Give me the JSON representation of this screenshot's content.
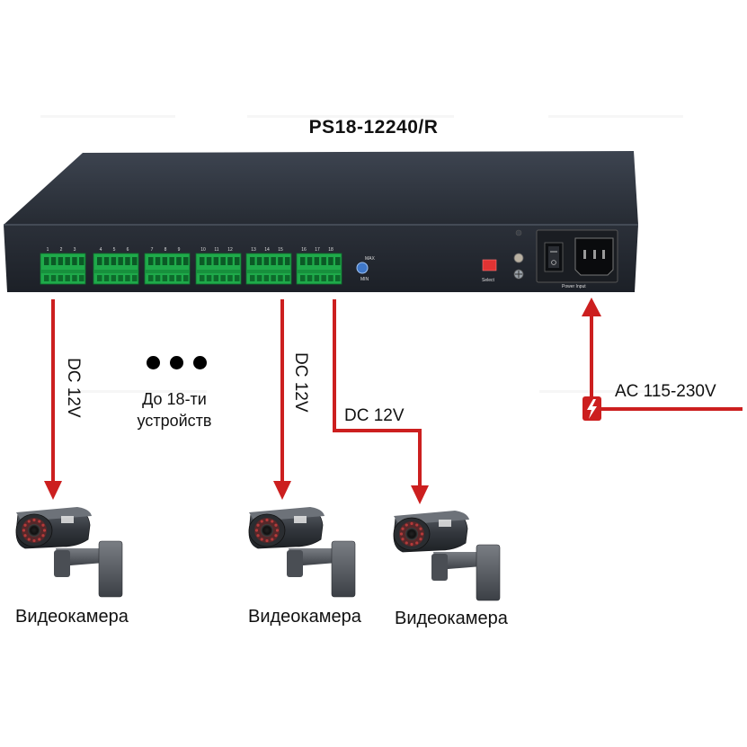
{
  "title": "PS18-12240/R",
  "device": {
    "model": "PS18-12240/R",
    "terminal_numbers": [
      "1",
      "2",
      "3",
      "4",
      "5",
      "6",
      "7",
      "8",
      "9",
      "10",
      "11",
      "12",
      "13",
      "14",
      "15",
      "16",
      "17",
      "18"
    ],
    "knob_max_label": "MAX",
    "knob_min_label": "MIN",
    "select_label": "Select",
    "power_input_label": "Power Input"
  },
  "labels": {
    "dc_left": "DC 12V",
    "dc_middle": "DC 12V",
    "dc_right": "DC 12V",
    "ac_input": "AC 115-230V",
    "count_line1": "До 18-ти",
    "count_line2": "устройств"
  },
  "cameras": [
    {
      "label": "Видеокамера"
    },
    {
      "label": "Видеокамера"
    },
    {
      "label": "Видеокамера"
    }
  ],
  "colors": {
    "arrow_red": "#cc1f1f",
    "chassis": "#2a2f37",
    "terminal_green": "#1faa4a"
  },
  "icons": [
    "lightning-icon",
    "camera-icon",
    "rocker-switch-icon",
    "iec-power-socket-icon"
  ]
}
